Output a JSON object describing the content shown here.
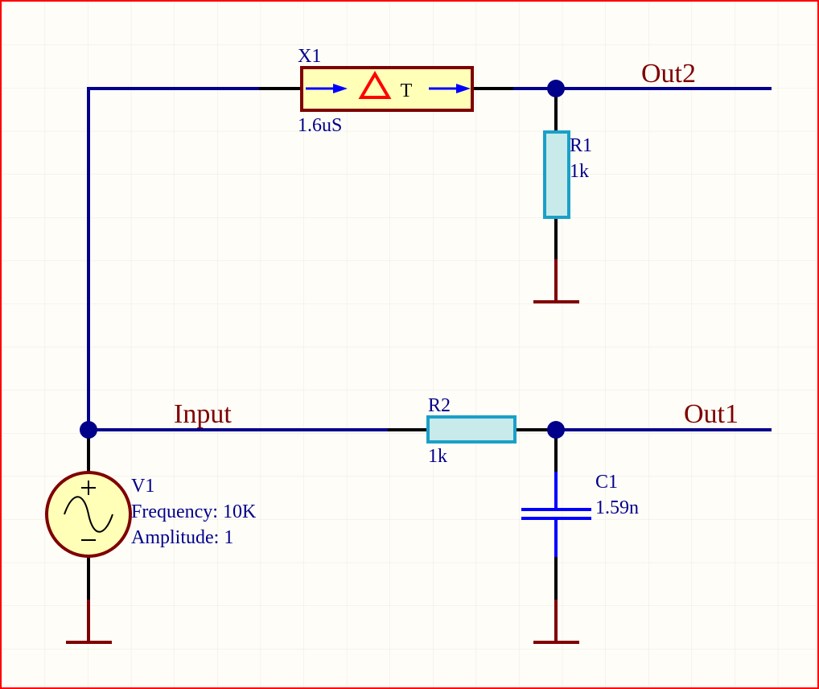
{
  "components": {
    "x1": {
      "designator": "X1",
      "value": "1.6uS",
      "symbol_text": "T"
    },
    "r1": {
      "designator": "R1",
      "value": "1k"
    },
    "r2": {
      "designator": "R2",
      "value": "1k"
    },
    "c1": {
      "designator": "C1",
      "value": "1.59n"
    },
    "v1": {
      "designator": "V1",
      "frequency": "Frequency: 10K",
      "amplitude": "Amplitude: 1"
    }
  },
  "nets": {
    "input": "Input",
    "out1": "Out1",
    "out2": "Out2"
  },
  "colors": {
    "wire": "#00008b",
    "pin": "#000000",
    "ground": "#7f0000",
    "resistor_fill": "#c8eaea",
    "resistor_stroke": "#1aa0c8",
    "capacitor": "#0000ff",
    "source_fill": "#ffffb8",
    "source_stroke": "#7f0000",
    "tline_fill": "#ffffb8",
    "tline_stroke": "#7f0000",
    "delta": "#ff0000",
    "border": "#ff0000",
    "grid": "#ebe9e0"
  }
}
